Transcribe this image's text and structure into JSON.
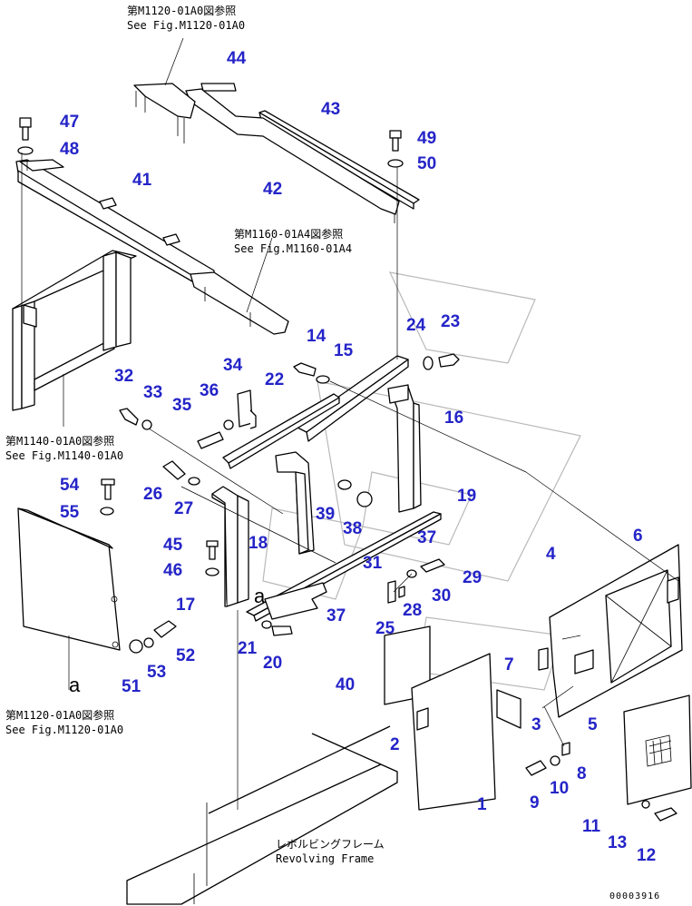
{
  "references": [
    {
      "id": "m1120_top",
      "ja": "第M1120-01A0図参照",
      "en": "See Fig.M1120-01A0"
    },
    {
      "id": "m1160",
      "ja": "第M1160-01A4図参照",
      "en": "See Fig.M1160-01A4"
    },
    {
      "id": "m1140",
      "ja": "第M1140-01A0図参照",
      "en": "See Fig.M1140-01A0"
    },
    {
      "id": "m1120_bottom",
      "ja": "第M1120-01A0図参照",
      "en": "See Fig.M1120-01A0"
    }
  ],
  "frame_label": {
    "ja": "レボルビングフレーム",
    "en": "Revolving Frame"
  },
  "detail_markers": [
    "a",
    "a"
  ],
  "drawing_number": "00003916",
  "part_numbers": [
    "44",
    "47",
    "48",
    "43",
    "49",
    "50",
    "41",
    "42",
    "23",
    "24",
    "14",
    "15",
    "32",
    "33",
    "34",
    "36",
    "22",
    "35",
    "16",
    "54",
    "55",
    "26",
    "27",
    "39",
    "19",
    "38",
    "37",
    "45",
    "18",
    "31",
    "46",
    "29",
    "30",
    "28",
    "17",
    "37",
    "25",
    "21",
    "20",
    "52",
    "51",
    "53",
    "6",
    "4",
    "7",
    "5",
    "3",
    "40",
    "2",
    "8",
    "10",
    "9",
    "1",
    "11",
    "13",
    "12"
  ],
  "colors": {
    "callout": "#2424c8",
    "line": "#000000",
    "ghost_logo": "#b9b9b9"
  }
}
